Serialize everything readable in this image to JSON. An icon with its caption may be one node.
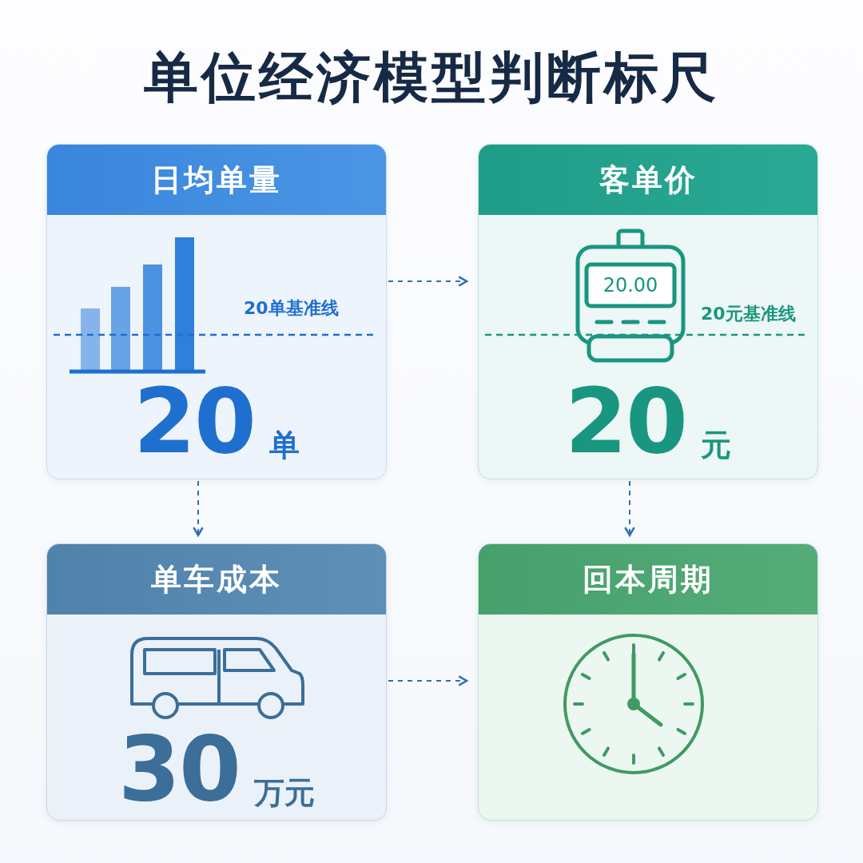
{
  "diagram": {
    "title": "单位经济模型判断标尺",
    "nodes": [
      {
        "text": [
          "日均单量",
          "20单基准线",
          "20",
          "单"
        ]
      },
      {
        "text": [
          "客单价",
          "20元基准线",
          "20",
          "元"
        ]
      },
      {
        "text": [
          "单车成本",
          "30",
          "万元"
        ]
      },
      {
        "text": [
          "回本周期"
        ]
      }
    ],
    "edges": [
      {
        "from": 0,
        "to": 1,
        "arrow": "to",
        "style": "dashed"
      },
      {
        "from": 0,
        "to": 2,
        "arrow": "to",
        "style": "dashed"
      },
      {
        "from": 1,
        "to": 3,
        "arrow": "to",
        "style": "dashed"
      },
      {
        "from": 2,
        "to": 3,
        "arrow": "to",
        "style": "dashed"
      }
    ],
    "labels": [
      "20.00"
    ]
  }
}
